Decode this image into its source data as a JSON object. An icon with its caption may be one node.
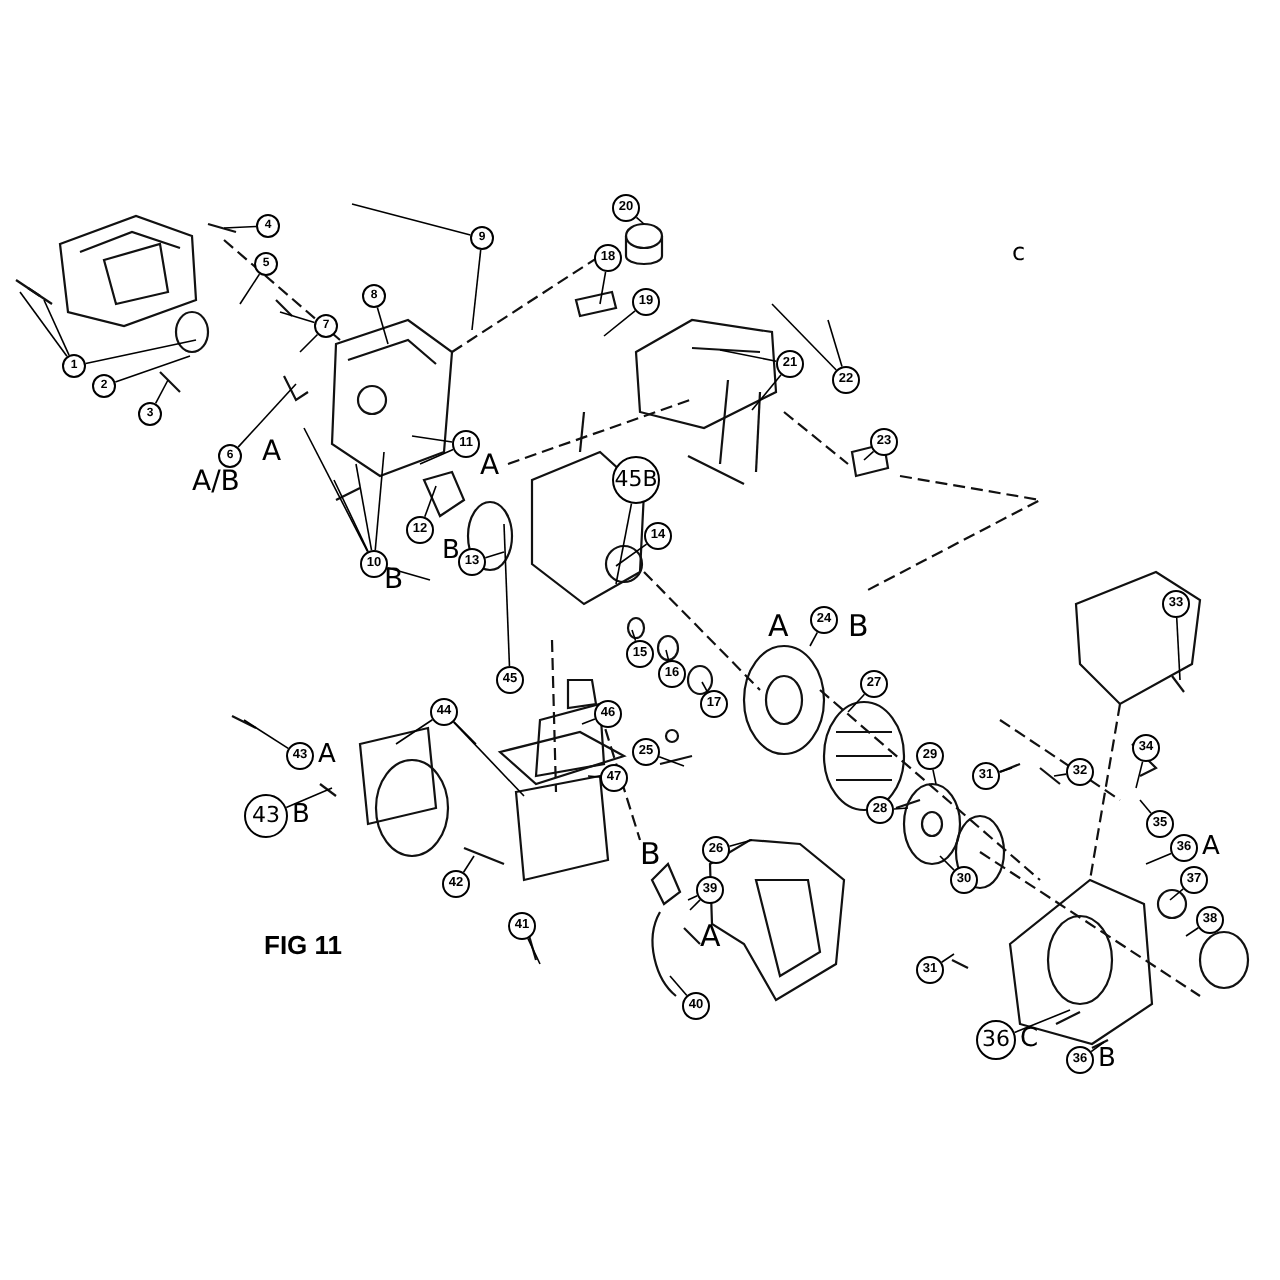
{
  "diagram": {
    "nodes": [
      {
        "text": [
          "1"
        ]
      },
      {
        "text": [
          "2"
        ]
      },
      {
        "text": [
          "3"
        ]
      },
      {
        "text": [
          "4"
        ]
      },
      {
        "text": [
          "5"
        ]
      },
      {
        "text": [
          "6"
        ]
      },
      {
        "text": [
          "7"
        ]
      },
      {
        "text": [
          "8"
        ]
      },
      {
        "text": [
          "9"
        ]
      },
      {
        "text": [
          "10"
        ]
      },
      {
        "text": [
          "11"
        ]
      },
      {
        "text": [
          "12"
        ]
      },
      {
        "text": [
          "13"
        ]
      },
      {
        "text": [
          "45B"
        ]
      },
      {
        "text": [
          "14"
        ]
      },
      {
        "text": [
          "15"
        ]
      },
      {
        "text": [
          "16"
        ]
      },
      {
        "text": [
          "17"
        ]
      },
      {
        "text": [
          "18"
        ]
      },
      {
        "text": [
          "19"
        ]
      },
      {
        "text": [
          "20"
        ]
      },
      {
        "text": [
          "21"
        ]
      },
      {
        "text": [
          "22"
        ]
      },
      {
        "text": [
          "23"
        ]
      },
      {
        "text": [
          "24"
        ]
      },
      {
        "text": [
          "25"
        ]
      },
      {
        "text": [
          "26"
        ]
      },
      {
        "text": [
          "27"
        ]
      },
      {
        "text": [
          "28"
        ]
      },
      {
        "text": [
          "29"
        ]
      },
      {
        "text": [
          "30"
        ]
      },
      {
        "text": [
          "31"
        ]
      },
      {
        "text": [
          "32"
        ]
      },
      {
        "text": [
          "33"
        ]
      },
      {
        "text": [
          "34"
        ]
      },
      {
        "text": [
          "35"
        ]
      },
      {
        "text": [
          "36"
        ],
        "beside": [
          "A"
        ]
      },
      {
        "text": [
          "37"
        ]
      },
      {
        "text": [
          "38"
        ]
      },
      {
        "text": [
          "31"
        ]
      },
      {
        "text": [
          "36"
        ],
        "beside": [
          "C"
        ]
      },
      {
        "text": [
          "36"
        ],
        "beside": [
          "B"
        ]
      },
      {
        "text": [
          "39"
        ]
      },
      {
        "text": [
          "40"
        ]
      },
      {
        "text": [
          "41"
        ]
      },
      {
        "text": [
          "42"
        ]
      },
      {
        "text": [
          "43"
        ],
        "beside": [
          "A"
        ]
      },
      {
        "text": [
          "43"
        ],
        "beside": [
          "B"
        ]
      },
      {
        "text": [
          "44"
        ]
      },
      {
        "text": [
          "45"
        ]
      },
      {
        "text": [
          "46"
        ]
      },
      {
        "text": [
          "47"
        ]
      }
    ],
    "edges": [
      {
        "from": 0,
        "to": null,
        "arrow": "none"
      },
      {
        "from": 0,
        "to": null,
        "arrow": "none"
      },
      {
        "from": 0,
        "to": null,
        "arrow": "none"
      },
      {
        "from": 1,
        "to": null,
        "arrow": "none"
      },
      {
        "from": 2,
        "to": null,
        "arrow": "none"
      },
      {
        "from": 3,
        "to": null,
        "arrow": "none"
      },
      {
        "from": 4,
        "to": null,
        "arrow": "none"
      },
      {
        "from": 5,
        "to": null,
        "arrow": "none"
      },
      {
        "from": 6,
        "to": null,
        "arrow": "none"
      },
      {
        "from": 6,
        "to": null,
        "arrow": "none"
      },
      {
        "from": 7,
        "to": null,
        "arrow": "none"
      },
      {
        "from": 8,
        "to": null,
        "arrow": "none"
      },
      {
        "from": 8,
        "to": null,
        "arrow": "none"
      },
      {
        "from": 9,
        "to": null,
        "arrow": "none"
      },
      {
        "from": 9,
        "to": null,
        "arrow": "none"
      },
      {
        "from": 9,
        "to": null,
        "arrow": "none"
      },
      {
        "from": 9,
        "to": null,
        "arrow": "none"
      },
      {
        "from": 9,
        "to": null,
        "arrow": "none"
      },
      {
        "from": 10,
        "to": null,
        "arrow": "none"
      },
      {
        "from": 10,
        "to": null,
        "arrow": "none"
      },
      {
        "from": 11,
        "to": null,
        "arrow": "none"
      },
      {
        "from": 12,
        "to": null,
        "arrow": "none"
      },
      {
        "from": 13,
        "to": null,
        "arrow": "none"
      },
      {
        "from": 14,
        "to": null,
        "arrow": "none"
      },
      {
        "from": 15,
        "to": null,
        "arrow": "none"
      },
      {
        "from": 16,
        "to": null,
        "arrow": "none"
      },
      {
        "from": 17,
        "to": null,
        "arrow": "none"
      },
      {
        "from": 18,
        "to": null,
        "arrow": "none"
      },
      {
        "from": 19,
        "to": null,
        "arrow": "none"
      },
      {
        "from": 20,
        "to": null,
        "arrow": "none"
      },
      {
        "from": 21,
        "to": null,
        "arrow": "none"
      },
      {
        "from": 21,
        "to": null,
        "arrow": "none"
      },
      {
        "from": 22,
        "to": null,
        "arrow": "none"
      },
      {
        "from": 22,
        "to": null,
        "arrow": "none"
      },
      {
        "from": 23,
        "to": null,
        "arrow": "none"
      },
      {
        "from": 24,
        "to": null,
        "arrow": "none"
      },
      {
        "from": 25,
        "to": null,
        "arrow": "none"
      },
      {
        "from": 26,
        "to": null,
        "arrow": "none"
      },
      {
        "from": 27,
        "to": null,
        "arrow": "none"
      },
      {
        "from": 28,
        "to": null,
        "arrow": "none"
      },
      {
        "from": 29,
        "to": null,
        "arrow": "none"
      },
      {
        "from": 30,
        "to": null,
        "arrow": "none"
      },
      {
        "from": 31,
        "to": null,
        "arrow": "none"
      },
      {
        "from": 32,
        "to": null,
        "arrow": "none"
      },
      {
        "from": 33,
        "to": null,
        "arrow": "none"
      },
      {
        "from": 34,
        "to": null,
        "arrow": "none"
      },
      {
        "from": 35,
        "to": null,
        "arrow": "none"
      },
      {
        "from": 36,
        "to": null,
        "arrow": "none"
      },
      {
        "from": 37,
        "to": null,
        "arrow": "none"
      },
      {
        "from": 38,
        "to": null,
        "arrow": "none"
      },
      {
        "from": 39,
        "to": null,
        "arrow": "none"
      },
      {
        "from": 40,
        "to": null,
        "arrow": "none"
      },
      {
        "from": 41,
        "to": null,
        "arrow": "none"
      },
      {
        "from": 42,
        "to": null,
        "arrow": "none"
      },
      {
        "from": 42,
        "to": null,
        "arrow": "none"
      },
      {
        "from": 43,
        "to": null,
        "arrow": "none"
      },
      {
        "from": 44,
        "to": null,
        "arrow": "none"
      },
      {
        "from": 45,
        "to": null,
        "arrow": "none"
      },
      {
        "from": 46,
        "to": null,
        "arrow": "none"
      },
      {
        "from": 47,
        "to": null,
        "arrow": "none"
      },
      {
        "from": 48,
        "to": null,
        "arrow": "none"
      },
      {
        "from": 48,
        "to": null,
        "arrow": "none"
      },
      {
        "from": 48,
        "to": null,
        "arrow": "none"
      },
      {
        "from": 49,
        "to": null,
        "arrow": "none"
      },
      {
        "from": 50,
        "to": null,
        "arrow": "none"
      },
      {
        "from": 51,
        "to": null,
        "arrow": "none"
      }
    ],
    "labels": [
      "c",
      "A",
      "A/B",
      "A",
      "B",
      "B",
      "A",
      "B",
      "B",
      "A",
      "FIG 11"
    ]
  }
}
